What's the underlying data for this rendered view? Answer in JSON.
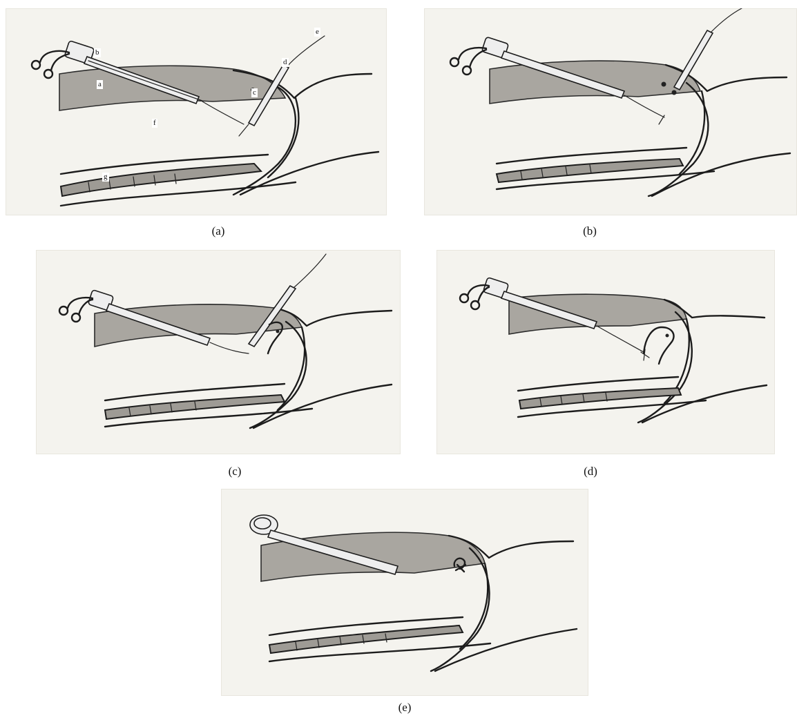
{
  "figure": {
    "panels": [
      {
        "id": "a",
        "caption": "(a)"
      },
      {
        "id": "b",
        "caption": "(b)"
      },
      {
        "id": "c",
        "caption": "(c)"
      },
      {
        "id": "d",
        "caption": "(d)"
      },
      {
        "id": "e",
        "caption": "(e)"
      }
    ],
    "labels": {
      "a": "a",
      "b": "b",
      "c": "c",
      "d": "d",
      "e": "e",
      "f": "f",
      "g": "g"
    }
  }
}
